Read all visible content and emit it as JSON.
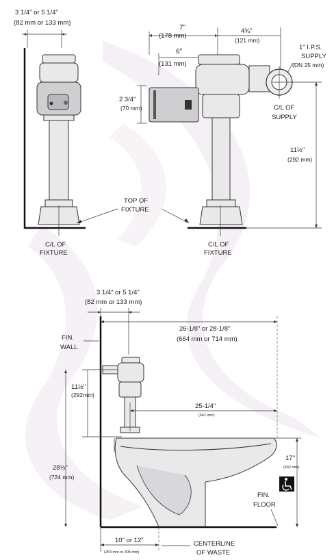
{
  "top_left": {
    "offset": "3 1/4\" or 5 1/4\"",
    "offset_mm": "(82 mm or 133 mm)",
    "cl_fixture_1": "C/L OF",
    "cl_fixture_2": "FIXTURE"
  },
  "top_right": {
    "dim_7": "7\"",
    "dim_7_mm": "(178 mm)",
    "dim_6": "6\"",
    "dim_6_mm": "(131 mm)",
    "dim_4_75": "4¾\"",
    "dim_4_75_mm": "(121 mm)",
    "dim_2_75": "2 3/4\"",
    "dim_2_75_mm": "(70 mm)",
    "supply_1": "1\" I.P.S.",
    "supply_2": "SUPPLY",
    "supply_3": "(DN 25 mm)",
    "cl_supply_1": "C/L OF",
    "cl_supply_2": "SUPPLY",
    "dim_11_5": "11½\"",
    "dim_11_5_mm": "(292 mm)",
    "top_fixture_1": "TOP OF",
    "top_fixture_2": "FIXTURE",
    "cl_fixture_1": "C/L OF",
    "cl_fixture_2": "FIXTURE"
  },
  "bottom": {
    "offset": "3 1/4\" or 5 1/4\"",
    "offset_mm": "(82 mm or 133 mm)",
    "wall_1": "FIN.",
    "wall_2": "WALL",
    "dim_26": "26-1/8\" or 28-1/8\"",
    "dim_26_mm": "(664 mm or 714 mm)",
    "dim_11_5": "11½\"",
    "dim_11_5_mm": "(292mm)",
    "dim_25": "25-1/4\"",
    "dim_25_mm": "(641 mm)",
    "dim_28_5": "28½\"",
    "dim_28_5_mm": "(724 mm)",
    "dim_17": "17\"",
    "dim_17_mm": "(432 mm)",
    "floor_1": "FIN.",
    "floor_2": "FLOOR",
    "dim_10": "10\" or 12\"",
    "dim_10_mm": "(254 mm or 305 mm)",
    "centerline_1": "CENTERLINE",
    "centerline_2": "OF WASTE"
  },
  "colors": {
    "watermark": "#ece6ec",
    "line": "#333333",
    "part": "#e9e9ea"
  }
}
